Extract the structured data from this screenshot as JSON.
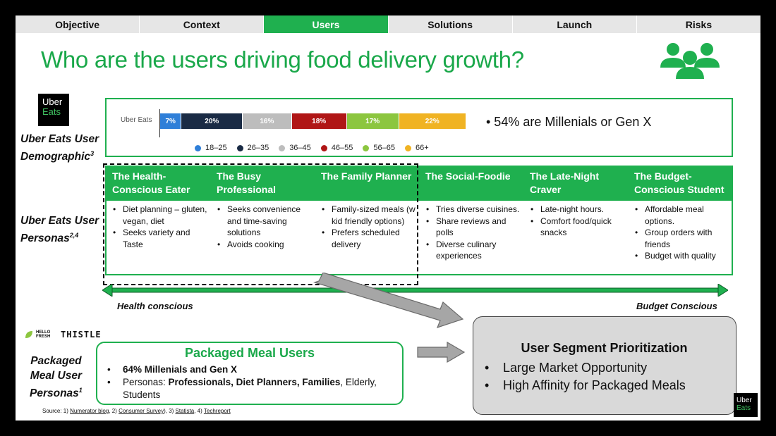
{
  "tabs": [
    {
      "label": "Objective",
      "active": false
    },
    {
      "label": "Context",
      "active": false
    },
    {
      "label": "Users",
      "active": true
    },
    {
      "label": "Solutions",
      "active": false
    },
    {
      "label": "Launch",
      "active": false
    },
    {
      "label": "Risks",
      "active": false
    }
  ],
  "title": "Who are the users driving food delivery growth?",
  "icons": {
    "users": "users-group-icon",
    "hello_fresh": "leaf-icon"
  },
  "colors": {
    "brand_green": "#1fb04f",
    "tab_gray": "#e6e6e6"
  },
  "uber_logo": {
    "line1": "Uber",
    "line2": "Eats"
  },
  "demographic": {
    "label_line1": "Uber Eats User",
    "label_line2": "Demographic",
    "label_sup": "3",
    "note": "• 54% are Millenials or Gen X"
  },
  "chart_data": {
    "type": "bar",
    "orientation": "horizontal-stacked",
    "categories": [
      "Uber Eats"
    ],
    "series": [
      {
        "name": "18–25",
        "values": [
          7
        ],
        "label": "7%",
        "color": "#2f7fd8"
      },
      {
        "name": "26–35",
        "values": [
          20
        ],
        "label": "20%",
        "color": "#1a2b45"
      },
      {
        "name": "36–45",
        "values": [
          16
        ],
        "label": "16%",
        "color": "#bdbdbd"
      },
      {
        "name": "46–55",
        "values": [
          18
        ],
        "label": "18%",
        "color": "#b01616"
      },
      {
        "name": "56–65",
        "values": [
          17
        ],
        "label": "17%",
        "color": "#8cc63f"
      },
      {
        "name": "66+",
        "values": [
          22
        ],
        "label": "22%",
        "color": "#f0b323"
      }
    ],
    "legend_position": "bottom",
    "grid": false
  },
  "personas": {
    "label_line1": "Uber Eats User",
    "label_line2": "Personas",
    "label_sup": "2,4",
    "items": [
      {
        "title": "The Health-Conscious Eater",
        "bullets": [
          "Diet planning – gluten, vegan, diet",
          "Seeks variety and Taste"
        ]
      },
      {
        "title": "The Busy Professional",
        "bullets": [
          "Seeks convenience and time-saving solutions",
          "Avoids cooking"
        ]
      },
      {
        "title": "The Family Planner",
        "bullets": [
          "Family-sized meals (w kid friendly options)",
          "Prefers scheduled delivery"
        ]
      },
      {
        "title": "The Social-Foodie",
        "bullets": [
          "Tries diverse cuisines.",
          "Share reviews and polls",
          "Diverse culinary experiences"
        ]
      },
      {
        "title": "The Late-Night Craver",
        "bullets": [
          "Late-night hours.",
          "Comfort food/quick snacks"
        ]
      },
      {
        "title": "The Budget-Conscious Student",
        "bullets": [
          "Affordable meal options.",
          "Group orders with friends",
          "Budget with quality"
        ]
      }
    ]
  },
  "spectrum": {
    "left": "Health conscious",
    "right": "Budget Conscious"
  },
  "packaged": {
    "logo_hello": "HELLO",
    "logo_fresh": "FRESH",
    "logo_thistle": "THISTLE",
    "label_line1": "Packaged",
    "label_line2": "Meal User",
    "label_line3": "Personas",
    "label_sup": "1",
    "title": "Packaged Meal Users",
    "bullet1": "64% Millenials and Gen X",
    "bullet2_prefix": "Personas: ",
    "bullet2_bold": "Professionals, Diet Planners, Families",
    "bullet2_suffix": ", Elderly, Students"
  },
  "segment": {
    "title": "User Segment Prioritization",
    "bullets": [
      "Large Market Opportunity",
      "High Affinity for Packaged Meals"
    ]
  },
  "source": {
    "prefix": "Source: 1) ",
    "link1": "Numerator blog",
    "sep1": ", 2) ",
    "link2": "Consumer Survey",
    "sep2": "), 3) ",
    "link3": "Statista",
    "sep3": ", 4) ",
    "link4": "Techreport"
  },
  "corner_logo": {
    "line1": "Uber",
    "line2": "Eats"
  }
}
